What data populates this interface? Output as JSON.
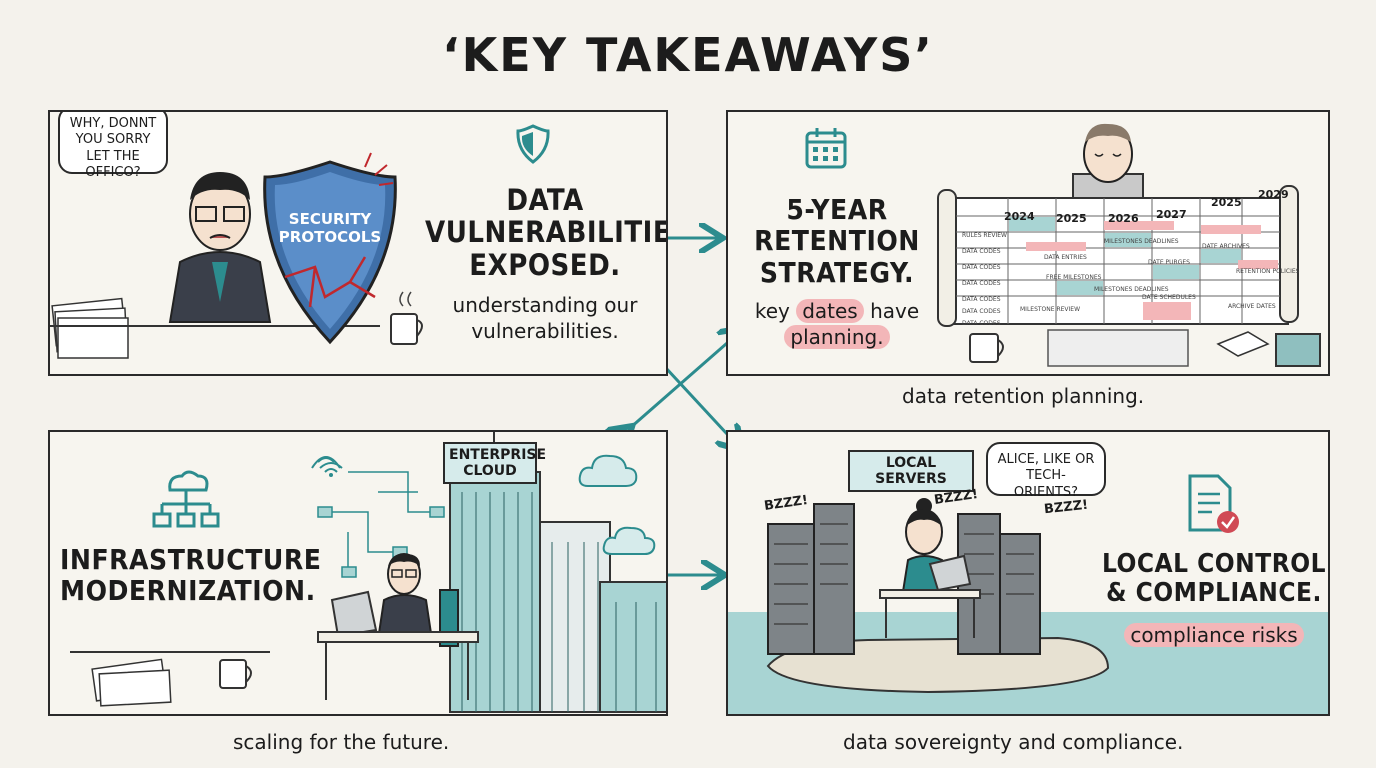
{
  "title": "‘KEY TAKEAWAYS’",
  "colors": {
    "teal": "#2c8c8e",
    "highlight": "#f3b6b8",
    "water": "#a8d4d3",
    "panel_border": "#2a2a2a"
  },
  "panel1": {
    "bubble": "WHY, DONNT YOU SORRY LET THE OFFICO?",
    "shield_text": "SECURITY PROTOCOLS",
    "icon": "shield-icon",
    "heading": "DATA VULNERABILITIES EXPOSED.",
    "subtitle": "understanding our vulnerabilities."
  },
  "panel2": {
    "icon": "calendar-icon",
    "heading": "5-YEAR RETENTION STRATEGY.",
    "subtitle_pre": "key ",
    "subtitle_hl1": "dates",
    "subtitle_mid": " have",
    "subtitle_hl2": "planning.",
    "years": [
      "2024",
      "2025",
      "2026",
      "2027",
      "2025",
      "2029"
    ],
    "calendar_entries": [
      "MILESTONES DEADLINES",
      "DATE ARCHIVES",
      "FREE MILESTONES",
      "MILESTONES DEADLINES",
      "DATE PURGES",
      "DATE SCHEDULES",
      "RETENTION POLICIES",
      "ARCHIVE DATES",
      "MILESTONE REVIEW",
      "DATA ENTRIES"
    ],
    "row_labels": [
      "RULES REVIEW",
      "DATA CODES",
      "DATA CODES",
      "DATA CODES",
      "DATA CODES",
      "DATA CODES",
      "DATA CODES"
    ],
    "caption": "data retention planning."
  },
  "panel3": {
    "icon": "network-hierarchy-icon",
    "heading": "INFRASTRUCTURE MODERNIZATION.",
    "cloud_sign": "ENTERPRISE CLOUD",
    "caption": "scaling for the future."
  },
  "panel4": {
    "tag": "LOCAL SERVERS",
    "bubble": "ALICE, LIKE OR TECH-ORIENTS?",
    "buzz": [
      "BZZZ!",
      "BZZZ!",
      "BZZZ!"
    ],
    "icon": "document-check-icon",
    "heading": "LOCAL CONTROL & COMPLIANCE.",
    "subtitle": "compliance risks",
    "caption": "data sovereignty and compliance."
  }
}
